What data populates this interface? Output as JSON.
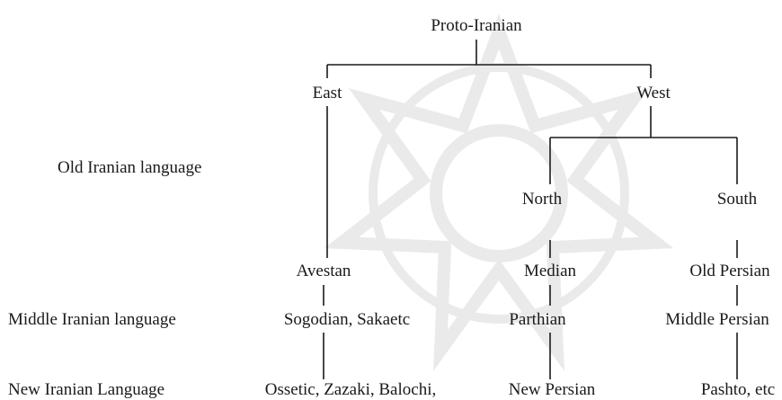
{
  "diagram": {
    "root": "Proto-Iranian",
    "branches": {
      "east": "East",
      "west": "West",
      "north": "North",
      "south": "South"
    },
    "old_period": {
      "row_label": "Old Iranian language",
      "east": "Avestan",
      "north": "Median",
      "south": "Old Persian"
    },
    "middle_period": {
      "row_label": "Middle Iranian language",
      "east": "Sogodian, Sakaetc",
      "north": "Parthian",
      "south": "Middle Persian"
    },
    "new_period": {
      "row_label": "New Iranian Language",
      "east": "Ossetic, Zazaki, Balochi,",
      "north": "New Persian",
      "south": "Pashto, etc"
    }
  }
}
